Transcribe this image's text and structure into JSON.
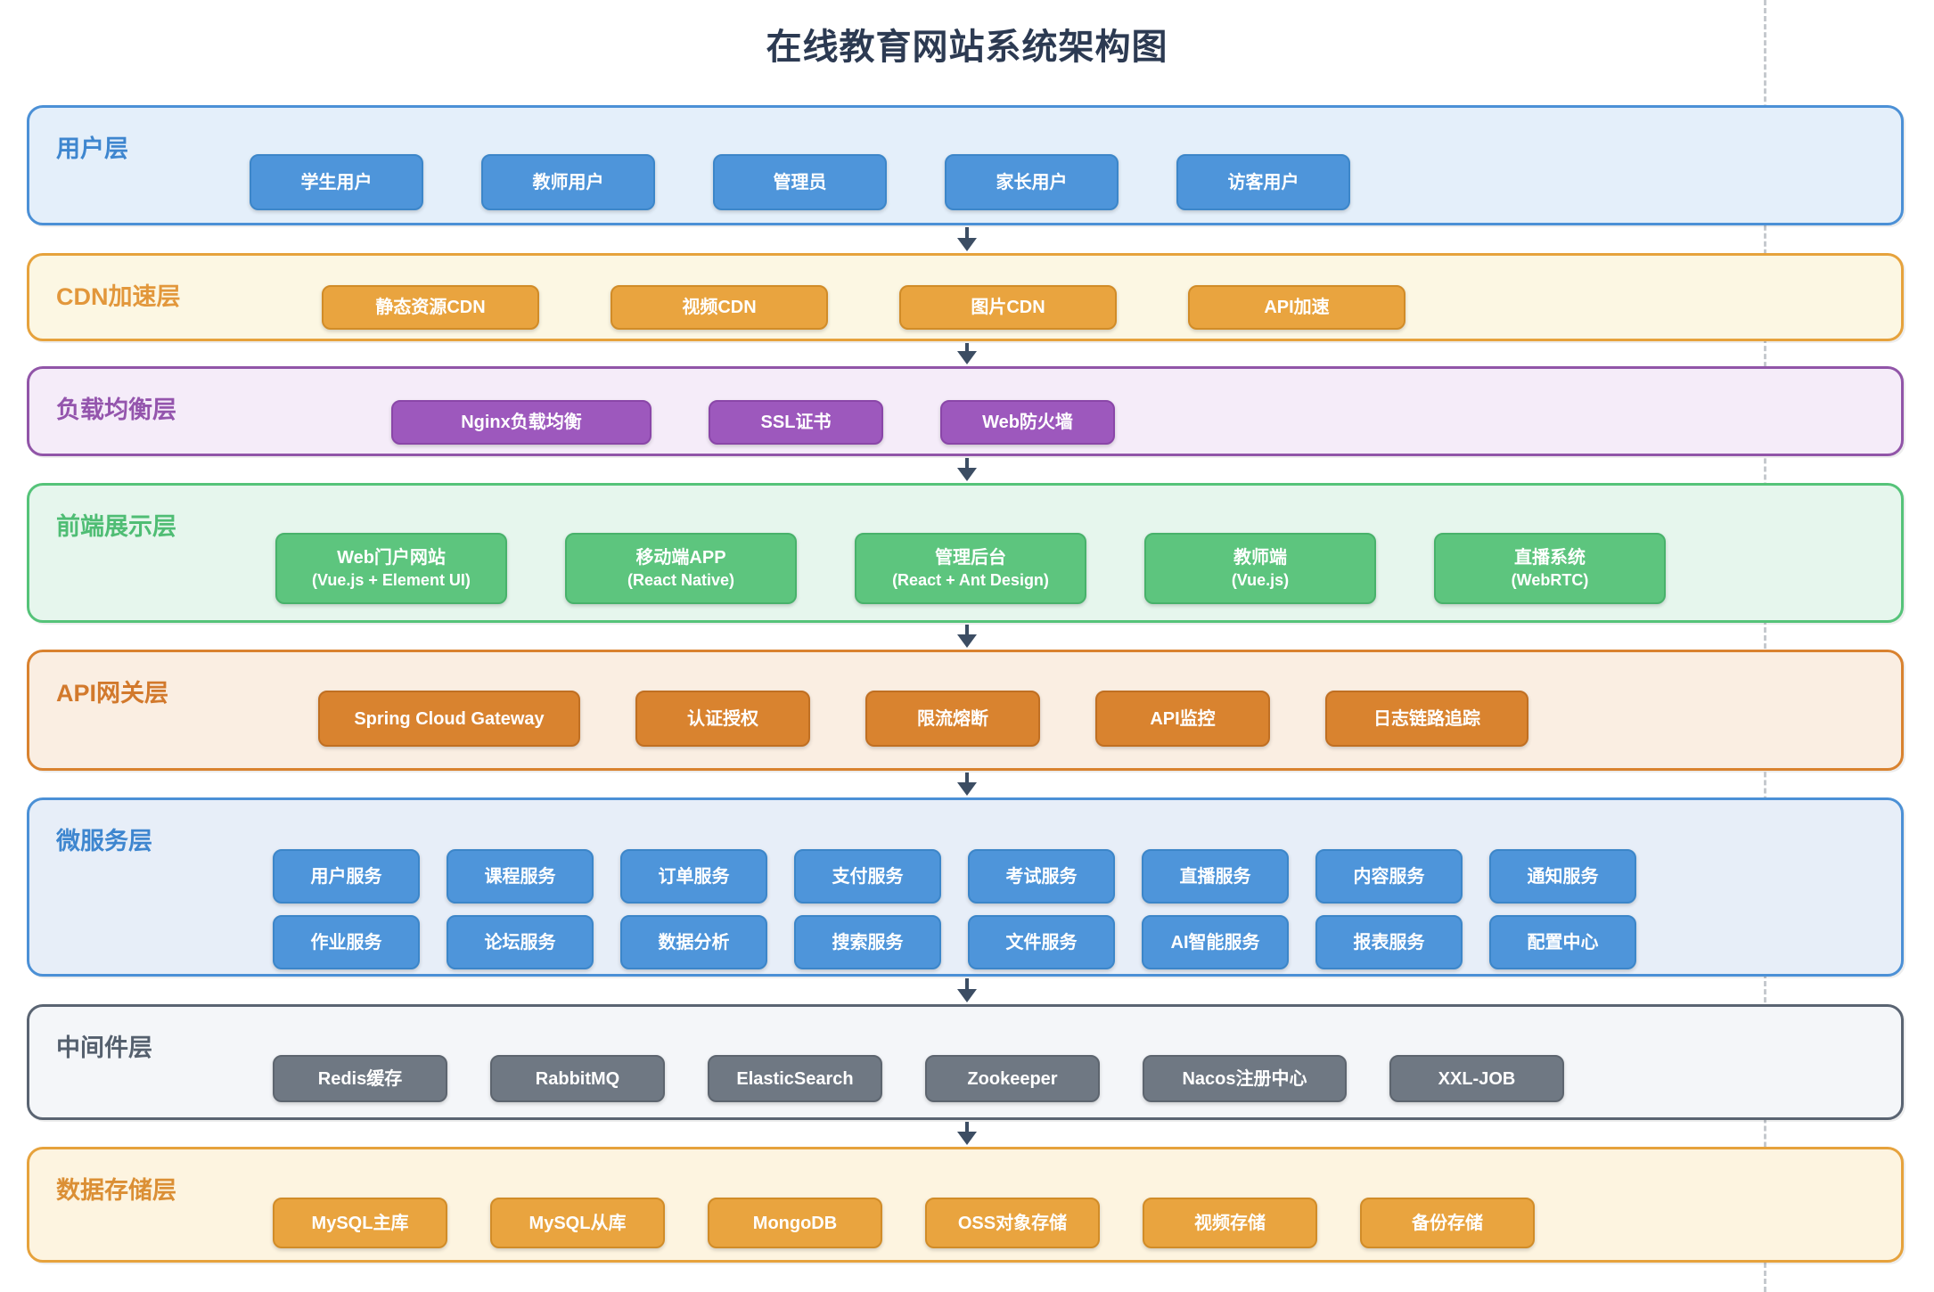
{
  "title": "在线教育网站系统架构图",
  "colors": {
    "title": "#2c3a52",
    "arrow": "#3c4d63",
    "dashed_line": "#c5c9ce"
  },
  "layers": [
    {
      "id": "user",
      "label": "用户层",
      "colors": {
        "bg": "#e4effa",
        "border": "#4b90d6",
        "label": "#3e86cf",
        "box_bg": "#4e95da",
        "box_border": "#3c86c9",
        "box_text": "#ffffff"
      },
      "rows": [
        [
          {
            "label": "学生用户"
          },
          {
            "label": "教师用户"
          },
          {
            "label": "管理员"
          },
          {
            "label": "家长用户"
          },
          {
            "label": "访客用户"
          }
        ]
      ]
    },
    {
      "id": "cdn",
      "label": "CDN加速层",
      "colors": {
        "bg": "#fcf7e3",
        "border": "#e6a23c",
        "label": "#e2973b",
        "box_bg": "#e9a43f",
        "box_border": "#d18c28",
        "box_text": "#ffffff"
      },
      "rows": [
        [
          {
            "label": "静态资源CDN"
          },
          {
            "label": "视频CDN"
          },
          {
            "label": "图片CDN"
          },
          {
            "label": "API加速"
          }
        ]
      ]
    },
    {
      "id": "lb",
      "label": "负载均衡层",
      "colors": {
        "bg": "#f5ecf9",
        "border": "#9155a8",
        "label": "#9455ad",
        "box_bg": "#9d58bd",
        "box_border": "#8a46a8",
        "box_text": "#ffffff"
      },
      "rows": [
        [
          {
            "label": "Nginx负载均衡"
          },
          {
            "label": "SSL证书"
          },
          {
            "label": "Web防火墙"
          }
        ]
      ]
    },
    {
      "id": "frontend",
      "label": "前端展示层",
      "colors": {
        "bg": "#e6f6ed",
        "border": "#55c379",
        "label": "#4fbd74",
        "box_bg": "#5dc57e",
        "box_border": "#48b26b",
        "box_text": "#ffffff"
      },
      "rows": [
        [
          {
            "label": "Web门户网站",
            "sublabel": "(Vue.js + Element UI)"
          },
          {
            "label": "移动端APP",
            "sublabel": "(React Native)"
          },
          {
            "label": "管理后台",
            "sublabel": "(React + Ant Design)"
          },
          {
            "label": "教师端",
            "sublabel": "(Vue.js)"
          },
          {
            "label": "直播系统",
            "sublabel": "(WebRTC)"
          }
        ]
      ]
    },
    {
      "id": "api",
      "label": "API网关层",
      "colors": {
        "bg": "#faeee2",
        "border": "#d9822f",
        "label": "#d2792c",
        "box_bg": "#d9832f",
        "box_border": "#c06f22",
        "box_text": "#ffffff"
      },
      "rows": [
        [
          {
            "label": "Spring Cloud Gateway"
          },
          {
            "label": "认证授权"
          },
          {
            "label": "限流熔断"
          },
          {
            "label": "API监控"
          },
          {
            "label": "日志链路追踪"
          }
        ]
      ]
    },
    {
      "id": "micro",
      "label": "微服务层",
      "colors": {
        "bg": "#e7eef8",
        "border": "#4b90d6",
        "label": "#3e86cf",
        "box_bg": "#4e95da",
        "box_border": "#3c86c9",
        "box_text": "#ffffff"
      },
      "rows": [
        [
          {
            "label": "用户服务"
          },
          {
            "label": "课程服务"
          },
          {
            "label": "订单服务"
          },
          {
            "label": "支付服务"
          },
          {
            "label": "考试服务"
          },
          {
            "label": "直播服务"
          },
          {
            "label": "内容服务"
          },
          {
            "label": "通知服务"
          }
        ],
        [
          {
            "label": "作业服务"
          },
          {
            "label": "论坛服务"
          },
          {
            "label": "数据分析"
          },
          {
            "label": "搜索服务"
          },
          {
            "label": "文件服务"
          },
          {
            "label": "AI智能服务"
          },
          {
            "label": "报表服务"
          },
          {
            "label": "配置中心"
          }
        ]
      ]
    },
    {
      "id": "middleware",
      "label": "中间件层",
      "colors": {
        "bg": "#f4f6f9",
        "border": "#5a6472",
        "label": "#55606e",
        "box_bg": "#6f7883",
        "box_border": "#5d656f",
        "box_text": "#ffffff"
      },
      "rows": [
        [
          {
            "label": "Redis缓存"
          },
          {
            "label": "RabbitMQ"
          },
          {
            "label": "ElasticSearch"
          },
          {
            "label": "Zookeeper"
          },
          {
            "label": "Nacos注册中心"
          },
          {
            "label": "XXL-JOB"
          }
        ]
      ]
    },
    {
      "id": "storage",
      "label": "数据存储层",
      "colors": {
        "bg": "#fdf4e0",
        "border": "#e6a23c",
        "label": "#db8f35",
        "box_bg": "#e9a43f",
        "box_border": "#d18c28",
        "box_text": "#ffffff"
      },
      "rows": [
        [
          {
            "label": "MySQL主库"
          },
          {
            "label": "MySQL从库"
          },
          {
            "label": "MongoDB"
          },
          {
            "label": "OSS对象存储"
          },
          {
            "label": "视频存储"
          },
          {
            "label": "备份存储"
          }
        ]
      ]
    }
  ]
}
